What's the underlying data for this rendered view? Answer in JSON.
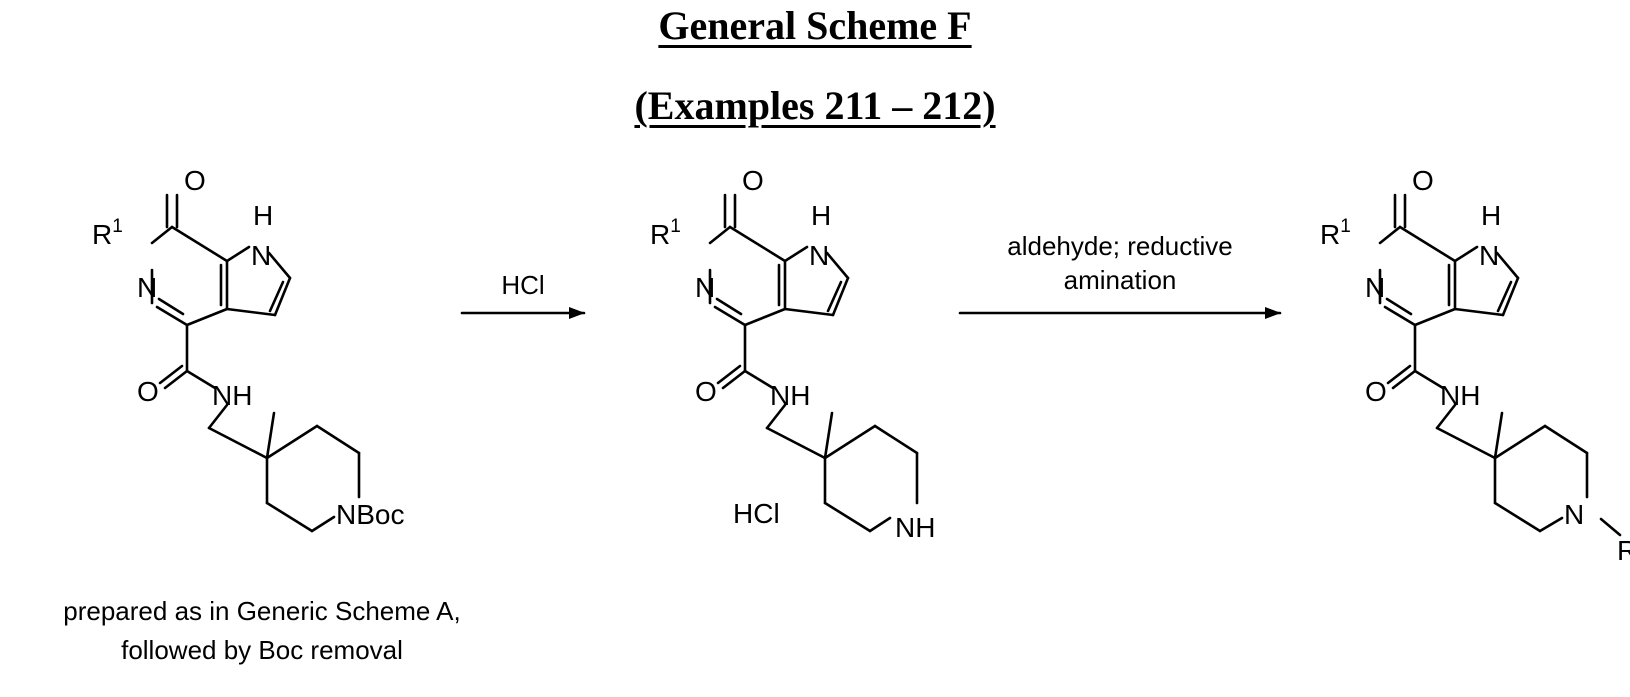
{
  "title": "General Scheme F",
  "subtitle": "(Examples 211 – 212)",
  "atoms": {
    "O": "O",
    "H": "H",
    "N": "N",
    "R": "R",
    "one": "1",
    "NH": "NH",
    "NBoc": "NBoc"
  },
  "arrow1": {
    "label": "HCl"
  },
  "arrow2": {
    "line1": "aldehyde; reductive",
    "line2": "amination"
  },
  "salt": "HCl",
  "note": {
    "line1": "prepared as in Generic Scheme A,",
    "line2": "followed by Boc removal"
  }
}
